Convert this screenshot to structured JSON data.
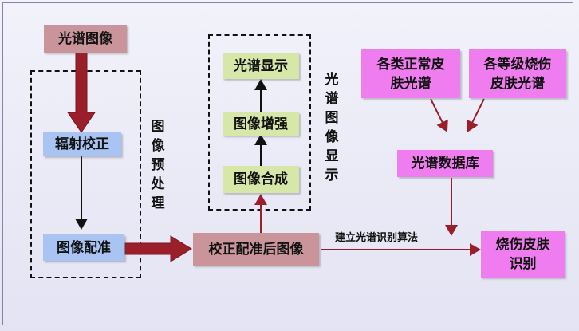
{
  "colors": {
    "rose": "#c9949a",
    "blue": "#a9c4f3",
    "green": "#d7e7a7",
    "magenta": "#f07df0",
    "arrow_red": "#9a1f2a",
    "arrow_black": "#111111"
  },
  "nodes": {
    "spectral_image": "光谱图像",
    "radiometric_correction": "辐射校正",
    "image_registration": "图像配准",
    "registered_image": "校正配准后图像",
    "image_synthesis": "图像合成",
    "image_enhancement": "图像增强",
    "spectral_display": "光谱显示",
    "normal_skin_spectra": "各类正常皮\n肤光谱",
    "burn_skin_spectra": "各等级烧伤\n皮肤光谱",
    "spectral_database": "光谱数据库",
    "burn_recognition": "烧伤皮肤\n识别"
  },
  "groups": {
    "preprocessing": "图\n像\n预\n处\n理",
    "spectral_image_display": "光\n谱\n图\n像\n显\n示"
  },
  "edge_labels": {
    "build_algorithm": "建立光谱识别算法"
  }
}
